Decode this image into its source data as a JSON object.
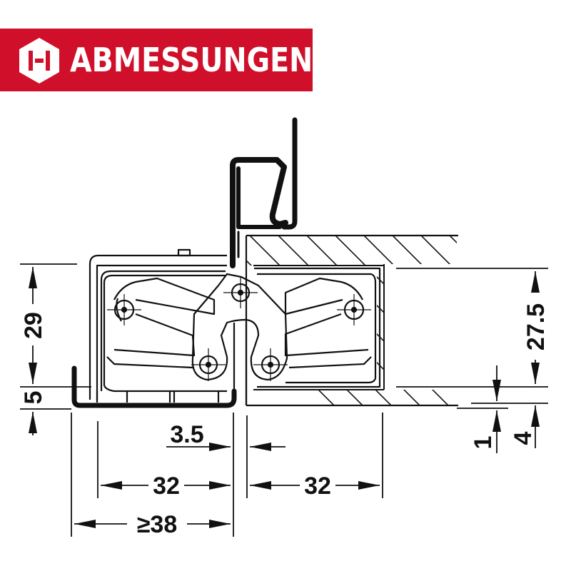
{
  "header": {
    "title": "ABMESSUNGEN",
    "background_color": "#d0102a",
    "text_color": "#ffffff",
    "logo_icon": "hexagon-h-logo-icon"
  },
  "drawing": {
    "type": "technical-cross-section",
    "subject": "concealed door hinge with frame and door leaf",
    "line_color": "#111111",
    "dimensions": {
      "left_vertical_upper": "29",
      "left_vertical_lower": "5",
      "right_vertical_upper": "27.5",
      "right_vertical_small_a": "1",
      "right_vertical_small_b": "4",
      "gap": "3.5",
      "bottom_left_width": "32",
      "bottom_right_width": "32",
      "bottom_min_width": "≥38"
    }
  }
}
